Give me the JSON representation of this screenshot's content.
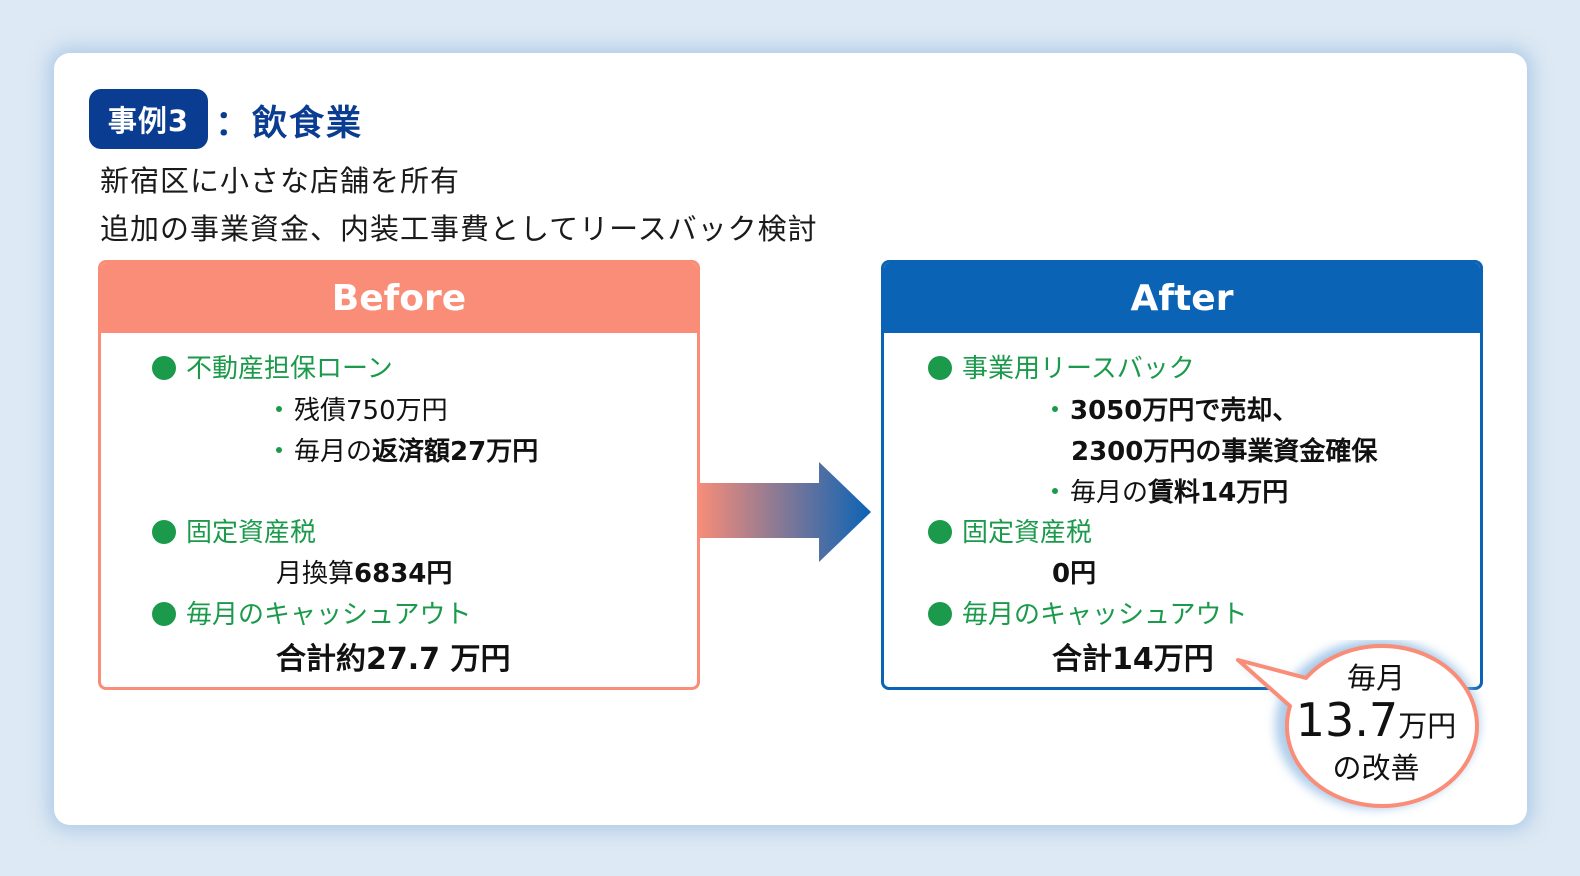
{
  "header": {
    "badge": "事例3",
    "title": "：飲食業",
    "description": [
      "新宿区に小さな店舗を所有",
      "追加の事業資金、内装工事費としてリースバック検討"
    ]
  },
  "colors": {
    "background": "#dde9f4",
    "badge": "#0a3d91",
    "before": "#f98d78",
    "after": "#0b63b5",
    "heading_green": "#1a9a4a"
  },
  "before": {
    "title": "Before",
    "sections": [
      {
        "heading": "不動産担保ローン",
        "items": [
          {
            "regular": "残債750万円",
            "bold": ""
          },
          {
            "regular": "毎月の",
            "bold": "返済額27万円"
          }
        ]
      },
      {
        "heading": "固定資産税",
        "value_regular": "月換算",
        "value_bold": "6834円"
      },
      {
        "heading": "毎月のキャッシュアウト",
        "total": "合計約27.7 万円"
      }
    ]
  },
  "after": {
    "title": "After",
    "sections": [
      {
        "heading": "事業用リースバック",
        "items": [
          {
            "line1": "3050万円で売却、",
            "line2": "2300万円の事業資金確保"
          },
          {
            "regular": "毎月の",
            "bold": "賃料14万円"
          }
        ]
      },
      {
        "heading": "固定資産税",
        "value_bold": "0円"
      },
      {
        "heading": "毎月のキャッシュアウト",
        "total": "合計14万円"
      }
    ]
  },
  "callout": {
    "line1": "毎月",
    "amount": "13.7",
    "unit": "万円",
    "line3": "の改善"
  }
}
